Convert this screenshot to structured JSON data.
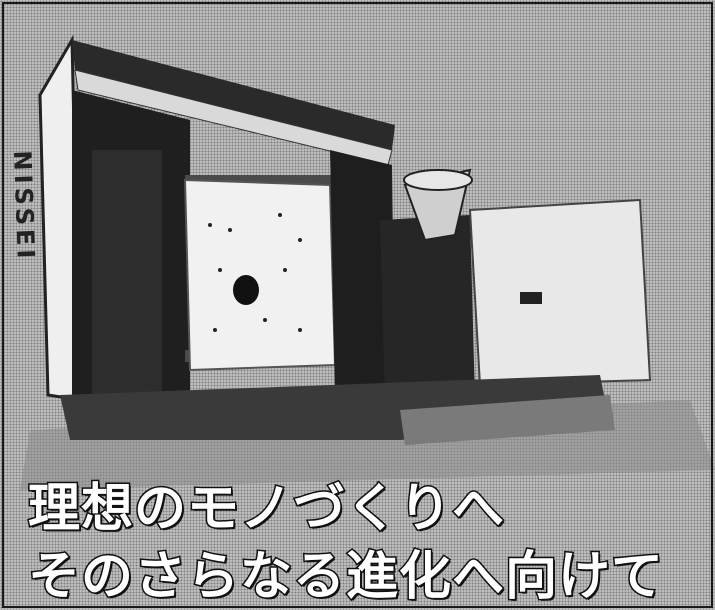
{
  "machine": {
    "brand": "NISSEI"
  },
  "headline": {
    "line1": "理想のモノづくりへ",
    "line2": "そのさらなる進化へ向けて"
  }
}
